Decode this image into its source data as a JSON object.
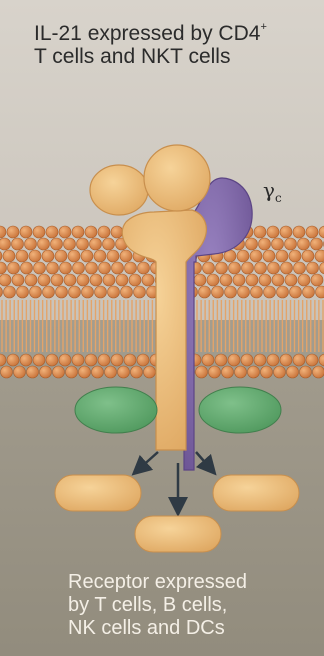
{
  "top_caption": {
    "line1_prefix": "IL-21 expressed by CD4",
    "line1_superscript": "+",
    "line2": "T cells and NKT cells"
  },
  "gamma_label": {
    "symbol": "γ",
    "subscript": "c"
  },
  "bottom_caption": {
    "line1": "Receptor expressed",
    "line2": "by T cells, B cells,",
    "line3": "NK cells and DCs"
  },
  "colors": {
    "background_outside": "#cdc8c0",
    "background_inside": "#9b9586",
    "lipid_head": "#d6874a",
    "lipid_tail": "#e3b07c",
    "il21_receptor": "#e7b875",
    "gamma_c_receptor": "#7c63a5",
    "jak_kinase": "#5fa86d",
    "signalling_molecule": "#e6b26e",
    "arrow": "#2f3a44"
  }
}
